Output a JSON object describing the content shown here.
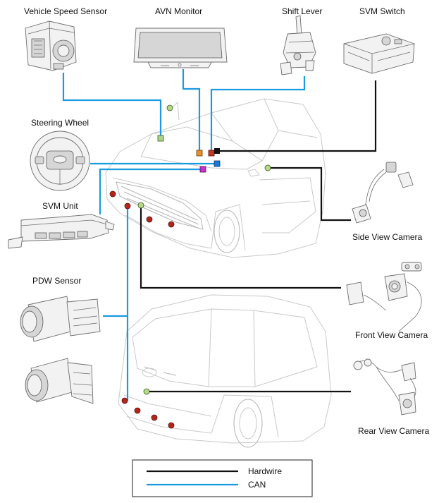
{
  "components": {
    "vehicle_speed_sensor": "Vehicle Speed Sensor",
    "avn_monitor": "AVN Monitor",
    "shift_lever": "Shift Lever",
    "svm_switch": "SVM Switch",
    "steering_wheel": "Steering Wheel",
    "svm_unit": "SVM Unit",
    "pdw_sensor": "PDW Sensor",
    "side_view_camera": "Side View Camera",
    "front_view_camera": "Front View Camera",
    "rear_view_camera": "Rear View Camera"
  },
  "legend": {
    "hardwire": "Hardwire",
    "can": "CAN"
  },
  "colors": {
    "hardwire": "#111111",
    "can": "#1a9be0",
    "pdw_marker": "#b3261e",
    "camera_marker": "#b8d98a",
    "speed_sensor_marker": "#a8d58a",
    "avn_marker": "#e8902c",
    "shift_marker": "#c0392b",
    "steering_marker": "#c233c8",
    "svm_unit_marker": "#1a78d4",
    "svm_switch_marker": "#111111"
  }
}
